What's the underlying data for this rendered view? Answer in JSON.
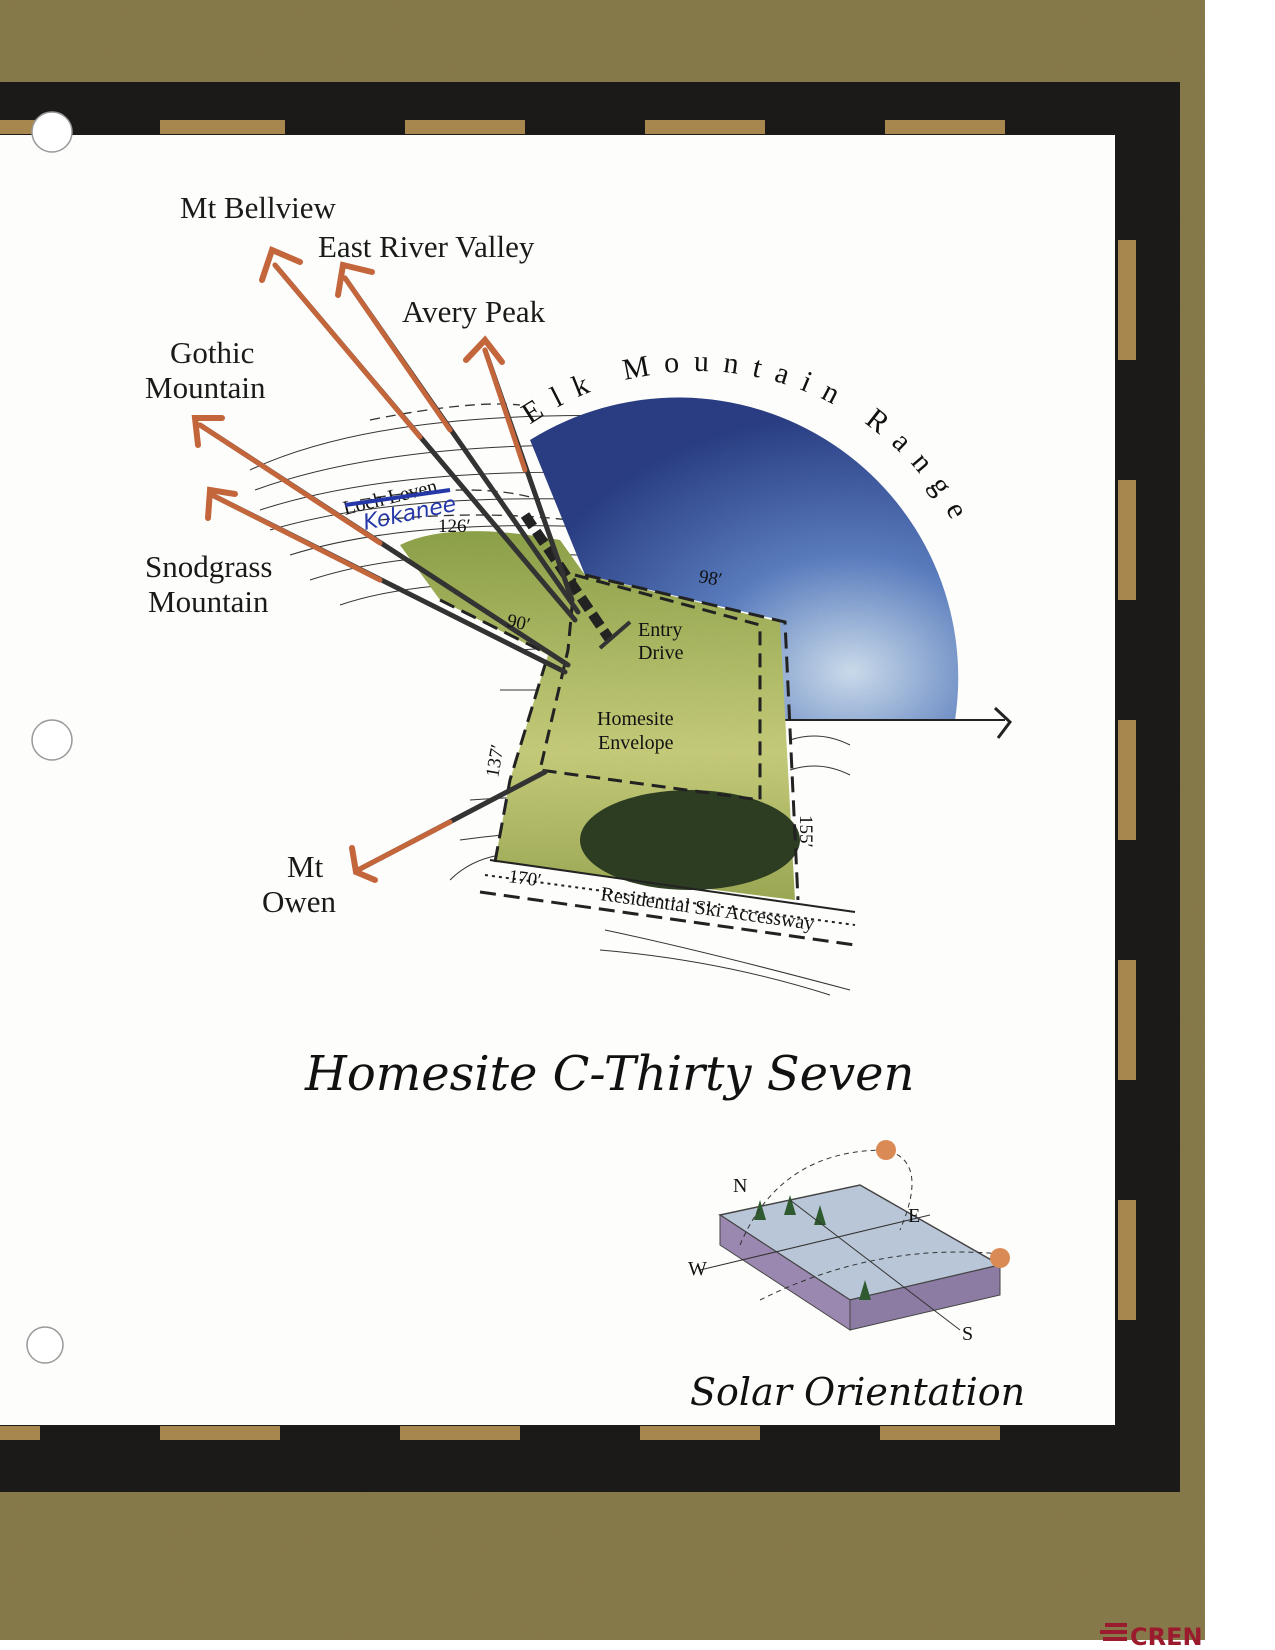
{
  "map": {
    "title": "Homesite C-Thirty Seven",
    "views": {
      "mt_bellview": "Mt Bellview",
      "east_river_valley": "East River Valley",
      "avery_peak": "Avery Peak",
      "gothic_line1": "Gothic",
      "gothic_line2": "Mountain",
      "snodgrass_line1": "Snodgrass",
      "snodgrass_line2": "Mountain",
      "owen_line1": "Mt",
      "owen_line2": "Owen"
    },
    "range_label": "Elk Mountain Range",
    "lot_labels": {
      "entry_line1": "Entry",
      "entry_line2": "Drive",
      "envelope_line1": "Homesite",
      "envelope_line2": "Envelope",
      "accessway": "Residential Ski Accessway",
      "loch_leven": "Loch Leven",
      "kokanee": "Kokanee"
    },
    "dimensions": {
      "north": "126′",
      "northeast": "98′",
      "northwest": "90′",
      "west": "137′",
      "east": "155′",
      "south": "170′"
    },
    "solar": {
      "title": "Solar Orientation",
      "n": "N",
      "e": "E",
      "w": "W",
      "s": "S"
    },
    "watermark": "CREN",
    "colors": {
      "arrow": "#c4663c",
      "range": "#3a5aa8",
      "lot": "#a9b75a",
      "frame": "#1c1a18",
      "border": "#8a7c4c"
    }
  }
}
